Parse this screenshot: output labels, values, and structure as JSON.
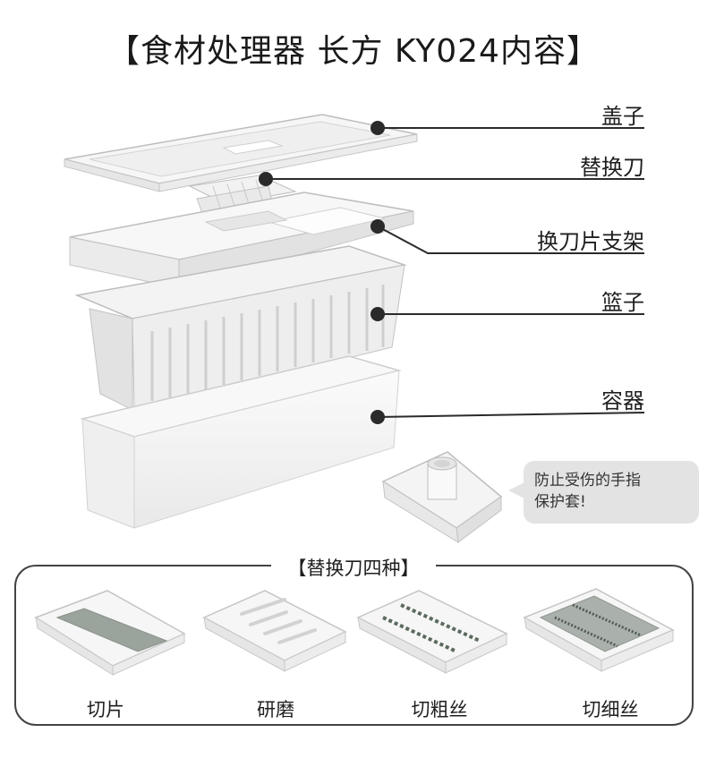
{
  "title": "【食材处理器 长方 KY024内容】",
  "parts": {
    "lid": "盖子",
    "replacement_blade": "替换刀",
    "blade_holder": "换刀片支架",
    "basket": "篮子",
    "container": "容器"
  },
  "guard_note": "防止受伤的手指\n保护套!",
  "blades_panel": {
    "title": "【替换刀四种】",
    "items": [
      {
        "label": "切片",
        "icon": "slicing-blade-icon"
      },
      {
        "label": "研磨",
        "icon": "grinding-blade-icon"
      },
      {
        "label": "切粗丝",
        "icon": "coarse-shred-blade-icon"
      },
      {
        "label": "切细丝",
        "icon": "fine-shred-blade-icon"
      }
    ]
  },
  "colors": {
    "leader": "#2a2a2a",
    "dot": "#2a2a2a",
    "bubble": "#e3e3e3",
    "outline": "#bdbdbd"
  }
}
